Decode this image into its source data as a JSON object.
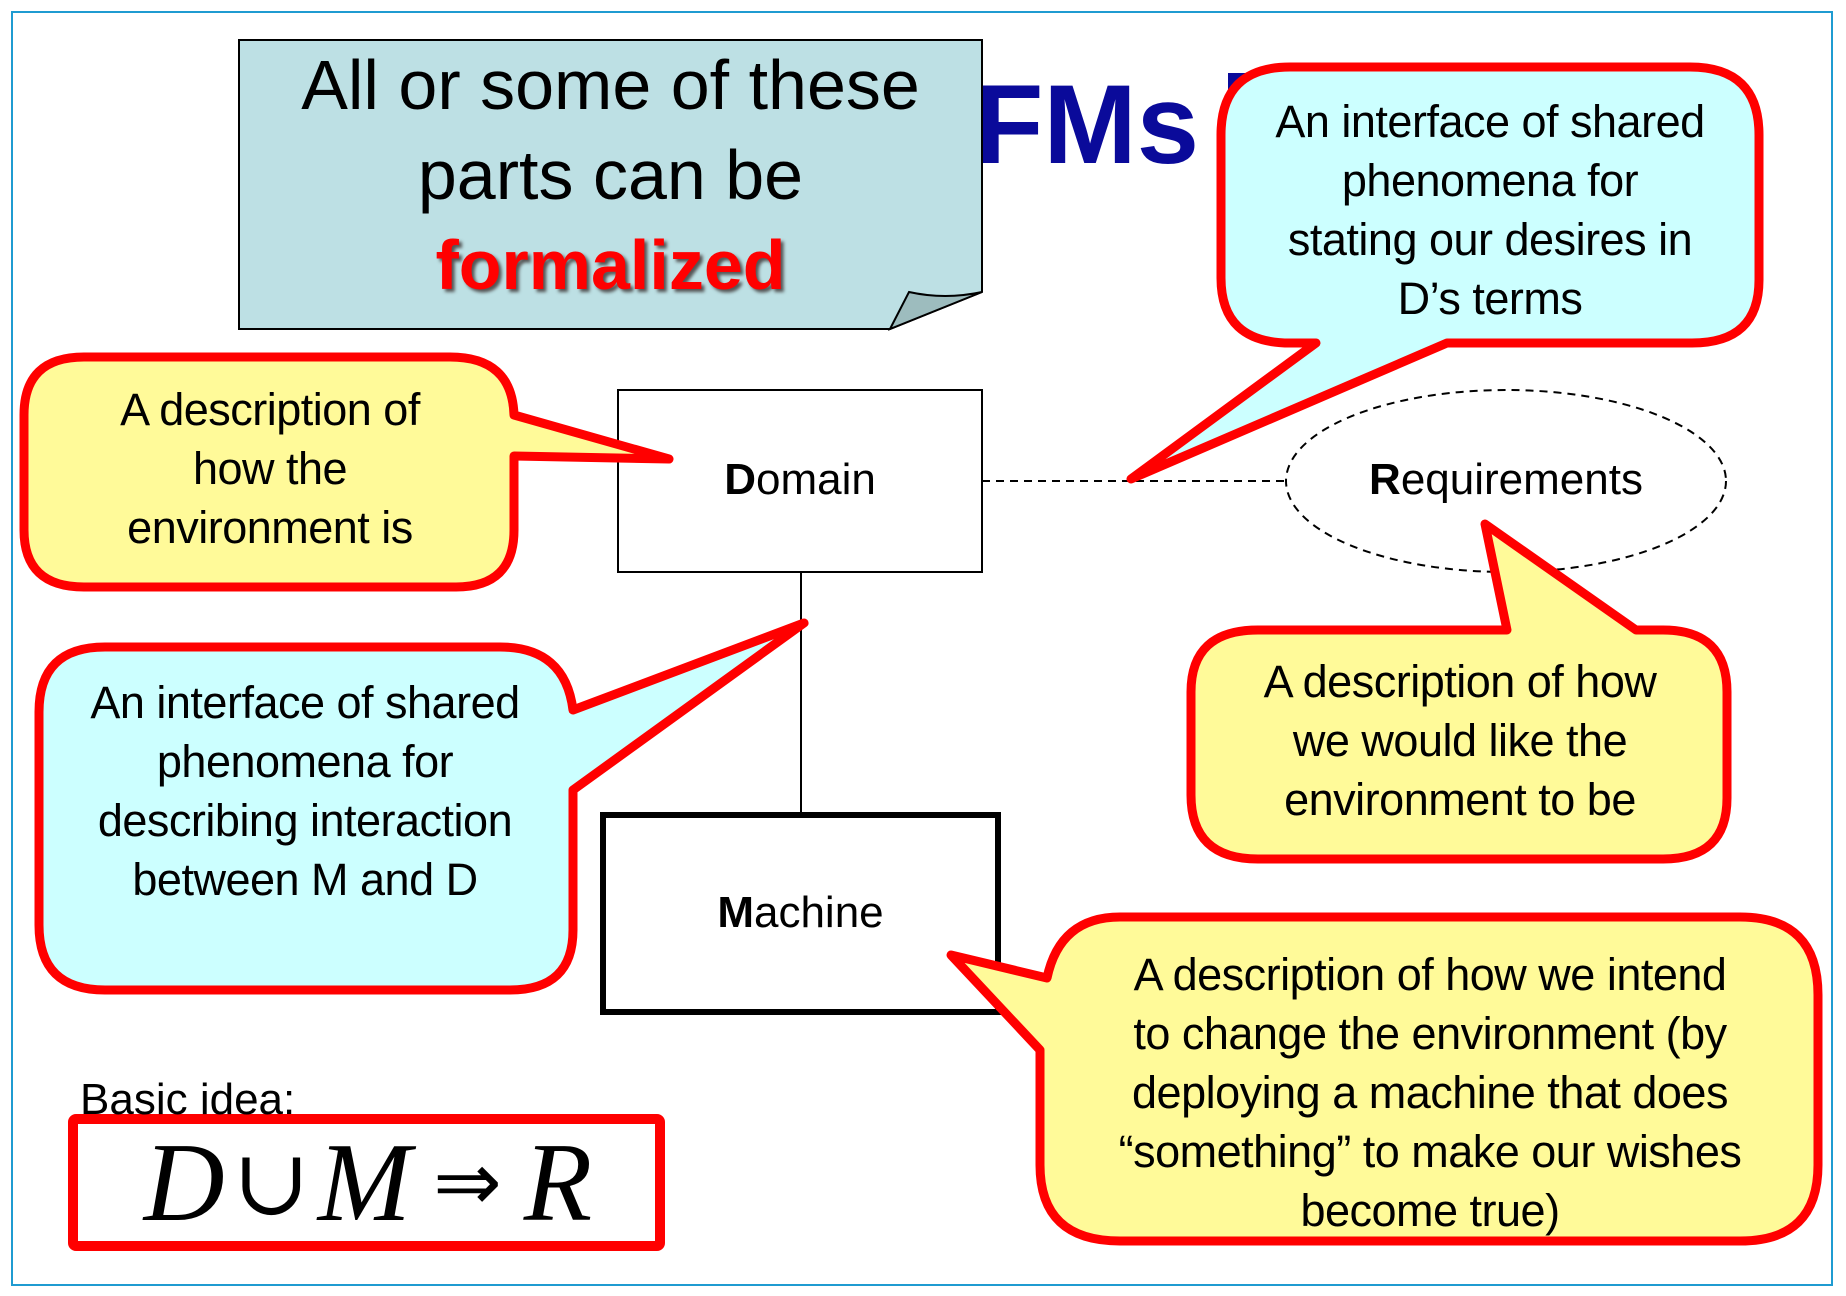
{
  "slide": {
    "title_fragment": "FMs",
    "colors": {
      "frame": "#1f9bd1",
      "title": "#0a0a9a",
      "callout_border": "#ff0000",
      "callout_yellow": "#fffa99",
      "callout_blue": "#ccffff",
      "note_fill": "#bde0e4",
      "note_fold": "#9dbcbe",
      "formalized": "#ff0000"
    }
  },
  "note": {
    "line1": "All or some of these",
    "line2": "parts can be",
    "emphasis": "formalized"
  },
  "nodes": {
    "domain": {
      "initial": "D",
      "rest": "omain"
    },
    "machine": {
      "initial": "M",
      "rest": "achine"
    },
    "requirements": {
      "initial": "R",
      "rest": "equirements"
    }
  },
  "callouts": {
    "domain_desc": [
      "A description of",
      "how the",
      "environment is"
    ],
    "interface_md": [
      "An interface of shared",
      "phenomena for",
      "describing interaction",
      "between M and D"
    ],
    "interface_dr": [
      "An interface of shared",
      "phenomena for",
      "stating our desires in",
      "D’s terms"
    ],
    "requirements_desc": [
      "A description of how",
      "we would like the",
      "environment to be"
    ],
    "machine_desc": [
      "A description of how we intend",
      "to change the environment (by",
      "deploying a machine that does",
      "“something” to make our wishes",
      "become true)"
    ]
  },
  "formula": {
    "label": "Basic idea:",
    "D": "D",
    "union": "∪",
    "M": "M",
    "implies": "⇒",
    "R": "R"
  }
}
